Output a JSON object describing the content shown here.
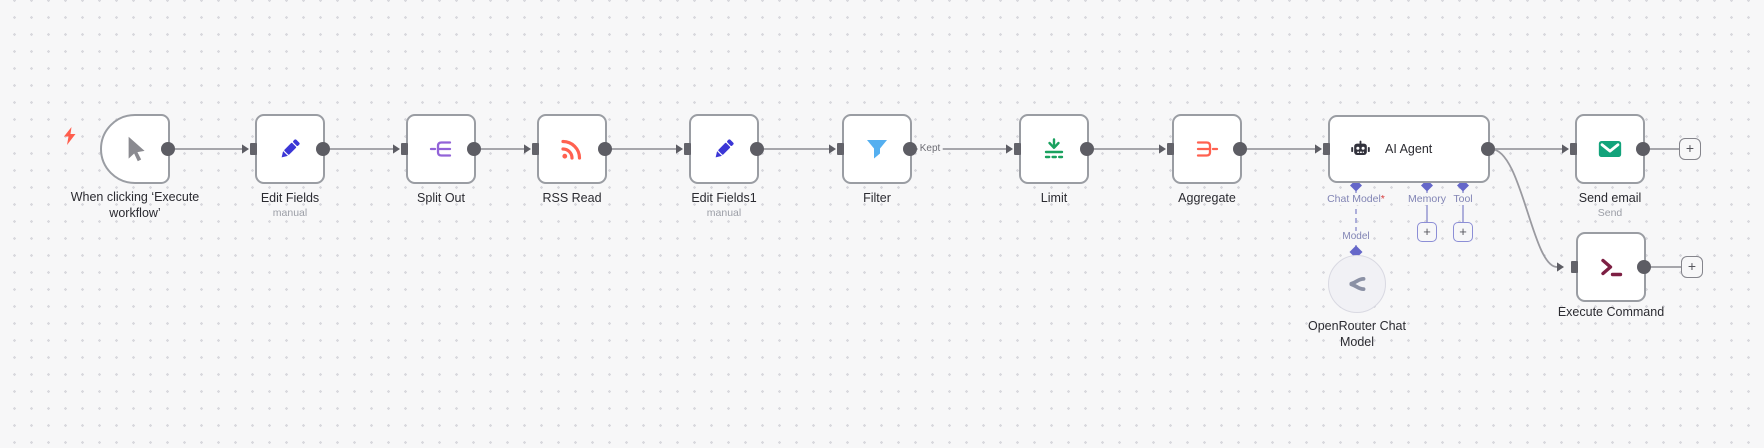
{
  "app": "n8n-workflow-canvas",
  "nodes": {
    "manual_trigger": {
      "label": "When clicking ‘Execute workflow’"
    },
    "edit_fields": {
      "label": "Edit Fields",
      "sublabel": "manual"
    },
    "split_out": {
      "label": "Split Out"
    },
    "rss_read": {
      "label": "RSS Read"
    },
    "edit_fields1": {
      "label": "Edit Fields1",
      "sublabel": "manual"
    },
    "filter": {
      "label": "Filter",
      "output_label": "Kept"
    },
    "limit": {
      "label": "Limit"
    },
    "aggregate": {
      "label": "Aggregate"
    },
    "ai_agent": {
      "label": "AI Agent",
      "ports": {
        "chat_model": {
          "label": "Chat Model",
          "required": "*",
          "connector_label": "Model"
        },
        "memory": {
          "label": "Memory"
        },
        "tool": {
          "label": "Tool"
        }
      }
    },
    "send_email": {
      "label": "Send email",
      "sublabel": "Send"
    },
    "execute_command": {
      "label": "Execute Command"
    },
    "openrouter_chat_model": {
      "label": "OpenRouter Chat Model"
    }
  },
  "ui": {
    "plus": "+"
  },
  "colors": {
    "canvas_bg": "#f7f7f8",
    "grid_dot": "#d9d9de",
    "node_border": "#9a9da3",
    "connection": "#9a9aa0",
    "endpoint_dot": "#5d5d64",
    "trigger_bolt": "#ff5e4d",
    "pencil_blue": "#3b36d6",
    "split_purple": "#9263d8",
    "rss_red": "#ff6150",
    "funnel_blue": "#54aff0",
    "limit_green": "#1aa15f",
    "aggregate_red": "#ff6150",
    "robot_dark": "#32323c",
    "email_green": "#12a37b",
    "terminal_maroon": "#7d1f43",
    "openrouter_gray": "#8b91a5",
    "lavender_line": "#9b9dd4",
    "diamond_purple": "#6567c9",
    "port_label": "#8184b4"
  }
}
